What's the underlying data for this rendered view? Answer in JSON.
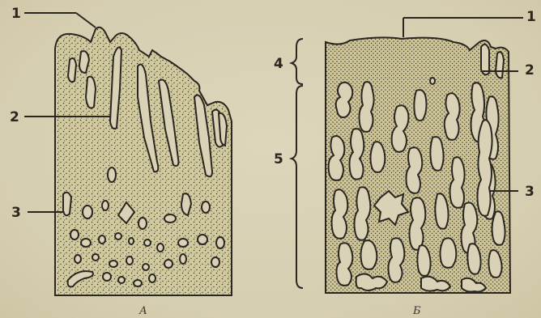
{
  "panels": [
    {
      "caption": "А",
      "labels": [
        "1",
        "2",
        "3"
      ]
    },
    {
      "caption": "Б",
      "labels": [
        "1",
        "2",
        "3"
      ],
      "bracket_labels": [
        "4",
        "5"
      ]
    }
  ],
  "colors": {
    "background": "#d9d2b6",
    "tissue": "#d2ca9f",
    "stipple": "#3b362b",
    "outline": "#2a2620"
  }
}
